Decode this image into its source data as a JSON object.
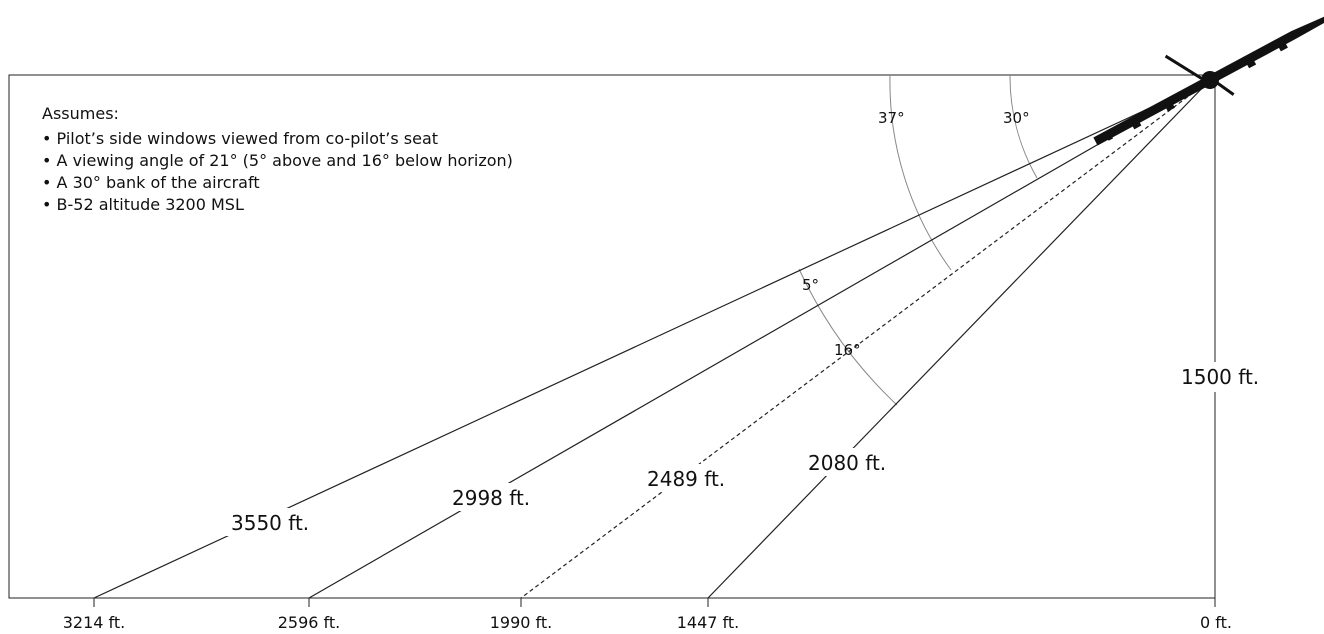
{
  "assumes": {
    "heading": "Assumes:",
    "items": [
      "Pilot’s side windows viewed from co-pilot’s seat",
      "A viewing angle of 21° (5° above and 16° below horizon)",
      "A 30° bank of the aircraft",
      "B-52 altitude 3200 MSL"
    ]
  },
  "angles": {
    "a37": "37°",
    "a30": "30°",
    "a5": "5°",
    "a16": "16°"
  },
  "line_lengths": {
    "l3550": "3550 ft.",
    "l2998": "2998 ft.",
    "l2489": "2489 ft.",
    "l2080": "2080 ft."
  },
  "height_label": "1500 ft.",
  "ground_ticks": [
    "3214 ft.",
    "2596 ft.",
    "1990 ft.",
    "1447 ft.",
    "0 ft."
  ],
  "colors": {
    "line": "#222222",
    "arc": "#888888",
    "aircraft": "#111111"
  },
  "icons": {
    "aircraft": "b52-silhouette-icon"
  }
}
